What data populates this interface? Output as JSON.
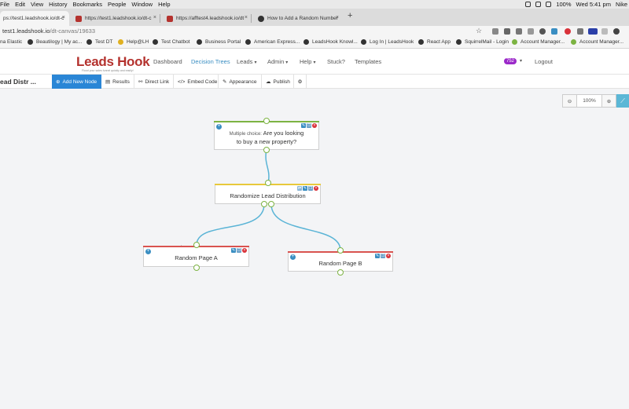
{
  "menubar": {
    "items": [
      "File",
      "Edit",
      "View",
      "History",
      "Bookmarks",
      "People",
      "Window",
      "Help"
    ],
    "battery": "100%",
    "clock": "Wed 5:41 pm",
    "user": "Nike"
  },
  "browser": {
    "tabs": [
      {
        "title": "ps://test1.leadshook.io/dt-c",
        "active": true
      },
      {
        "title": "https://test1.leadshook.io/dt-c",
        "active": false
      },
      {
        "title": "https://afftest4.leadshook.io/dt",
        "active": false
      },
      {
        "title": "How to Add a Random Number",
        "active": false
      }
    ],
    "url_host": "test1.leadshook.io",
    "url_path": "/dt-canvas/19633",
    "bookmarks": [
      "na Elastic",
      "Beautilogy | My ac...",
      "Test DT",
      "Help@LH",
      "Test Chatbot",
      "Business Portal",
      "American Express...",
      "LeadsHook Knowl...",
      "Log In | LeadsHook",
      "React App",
      "SquirrelMail - Login",
      "Account Manager...",
      "Account Manager..."
    ]
  },
  "app": {
    "logo_leads": "Leads",
    "logo_hook": "Hook",
    "tagline": "Flood your sales funnel quickly and easily!",
    "nav": [
      "Dashboard",
      "Decision Trees",
      "Leads",
      "Admin",
      "Help",
      "Stuck?",
      "Templates"
    ],
    "credits_badge": "752",
    "logout": "Logout"
  },
  "toolbar": {
    "project": "ead Distr ...",
    "add_node": "Add New Node",
    "results": "Results",
    "direct_link": "Direct Link",
    "embed_code": "Embed Code",
    "appearance": "Appearance",
    "publish": "Publish"
  },
  "zoom": {
    "level": "100%"
  },
  "nodes": {
    "question": {
      "type_label": "Multiple choice:",
      "text": "Are you looking to buy a new property?"
    },
    "randomizer": {
      "text": "Randomize Lead Distribution"
    },
    "page_a": {
      "text": "Random Page A"
    },
    "page_b": {
      "text": "Random Page B"
    }
  },
  "colors": {
    "brand": "#b4322e",
    "primary_button": "#2a86d6",
    "active_nav": "#3a8ec2",
    "badge": "#9b29c9",
    "connector": "#5ab4d6",
    "question_bar": "#7cb342",
    "randomizer_bar": "#e8c93b",
    "page_bar": "#d9534f"
  }
}
